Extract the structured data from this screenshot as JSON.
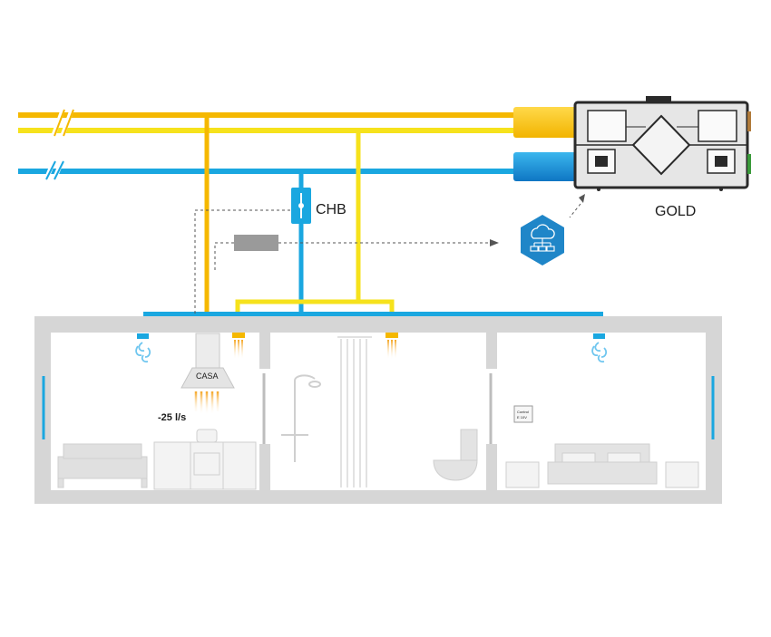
{
  "labels": {
    "unit": "GOLD",
    "damper": "CHB",
    "hood": "CASA",
    "flow": "-25 l/s",
    "control_line1": "Control",
    "control_line2": "E 10V"
  },
  "colors": {
    "supply_warm": "#f5b800",
    "supply_yellow": "#f6e21c",
    "extract_blue": "#1aa7e0",
    "wall": "#d6d6d6",
    "unit_body": "#e6e6e6",
    "hex_icon": "#1f86c8"
  },
  "icons": {
    "connect": "cloud-network-icon",
    "break": "pipe-break-icon"
  }
}
